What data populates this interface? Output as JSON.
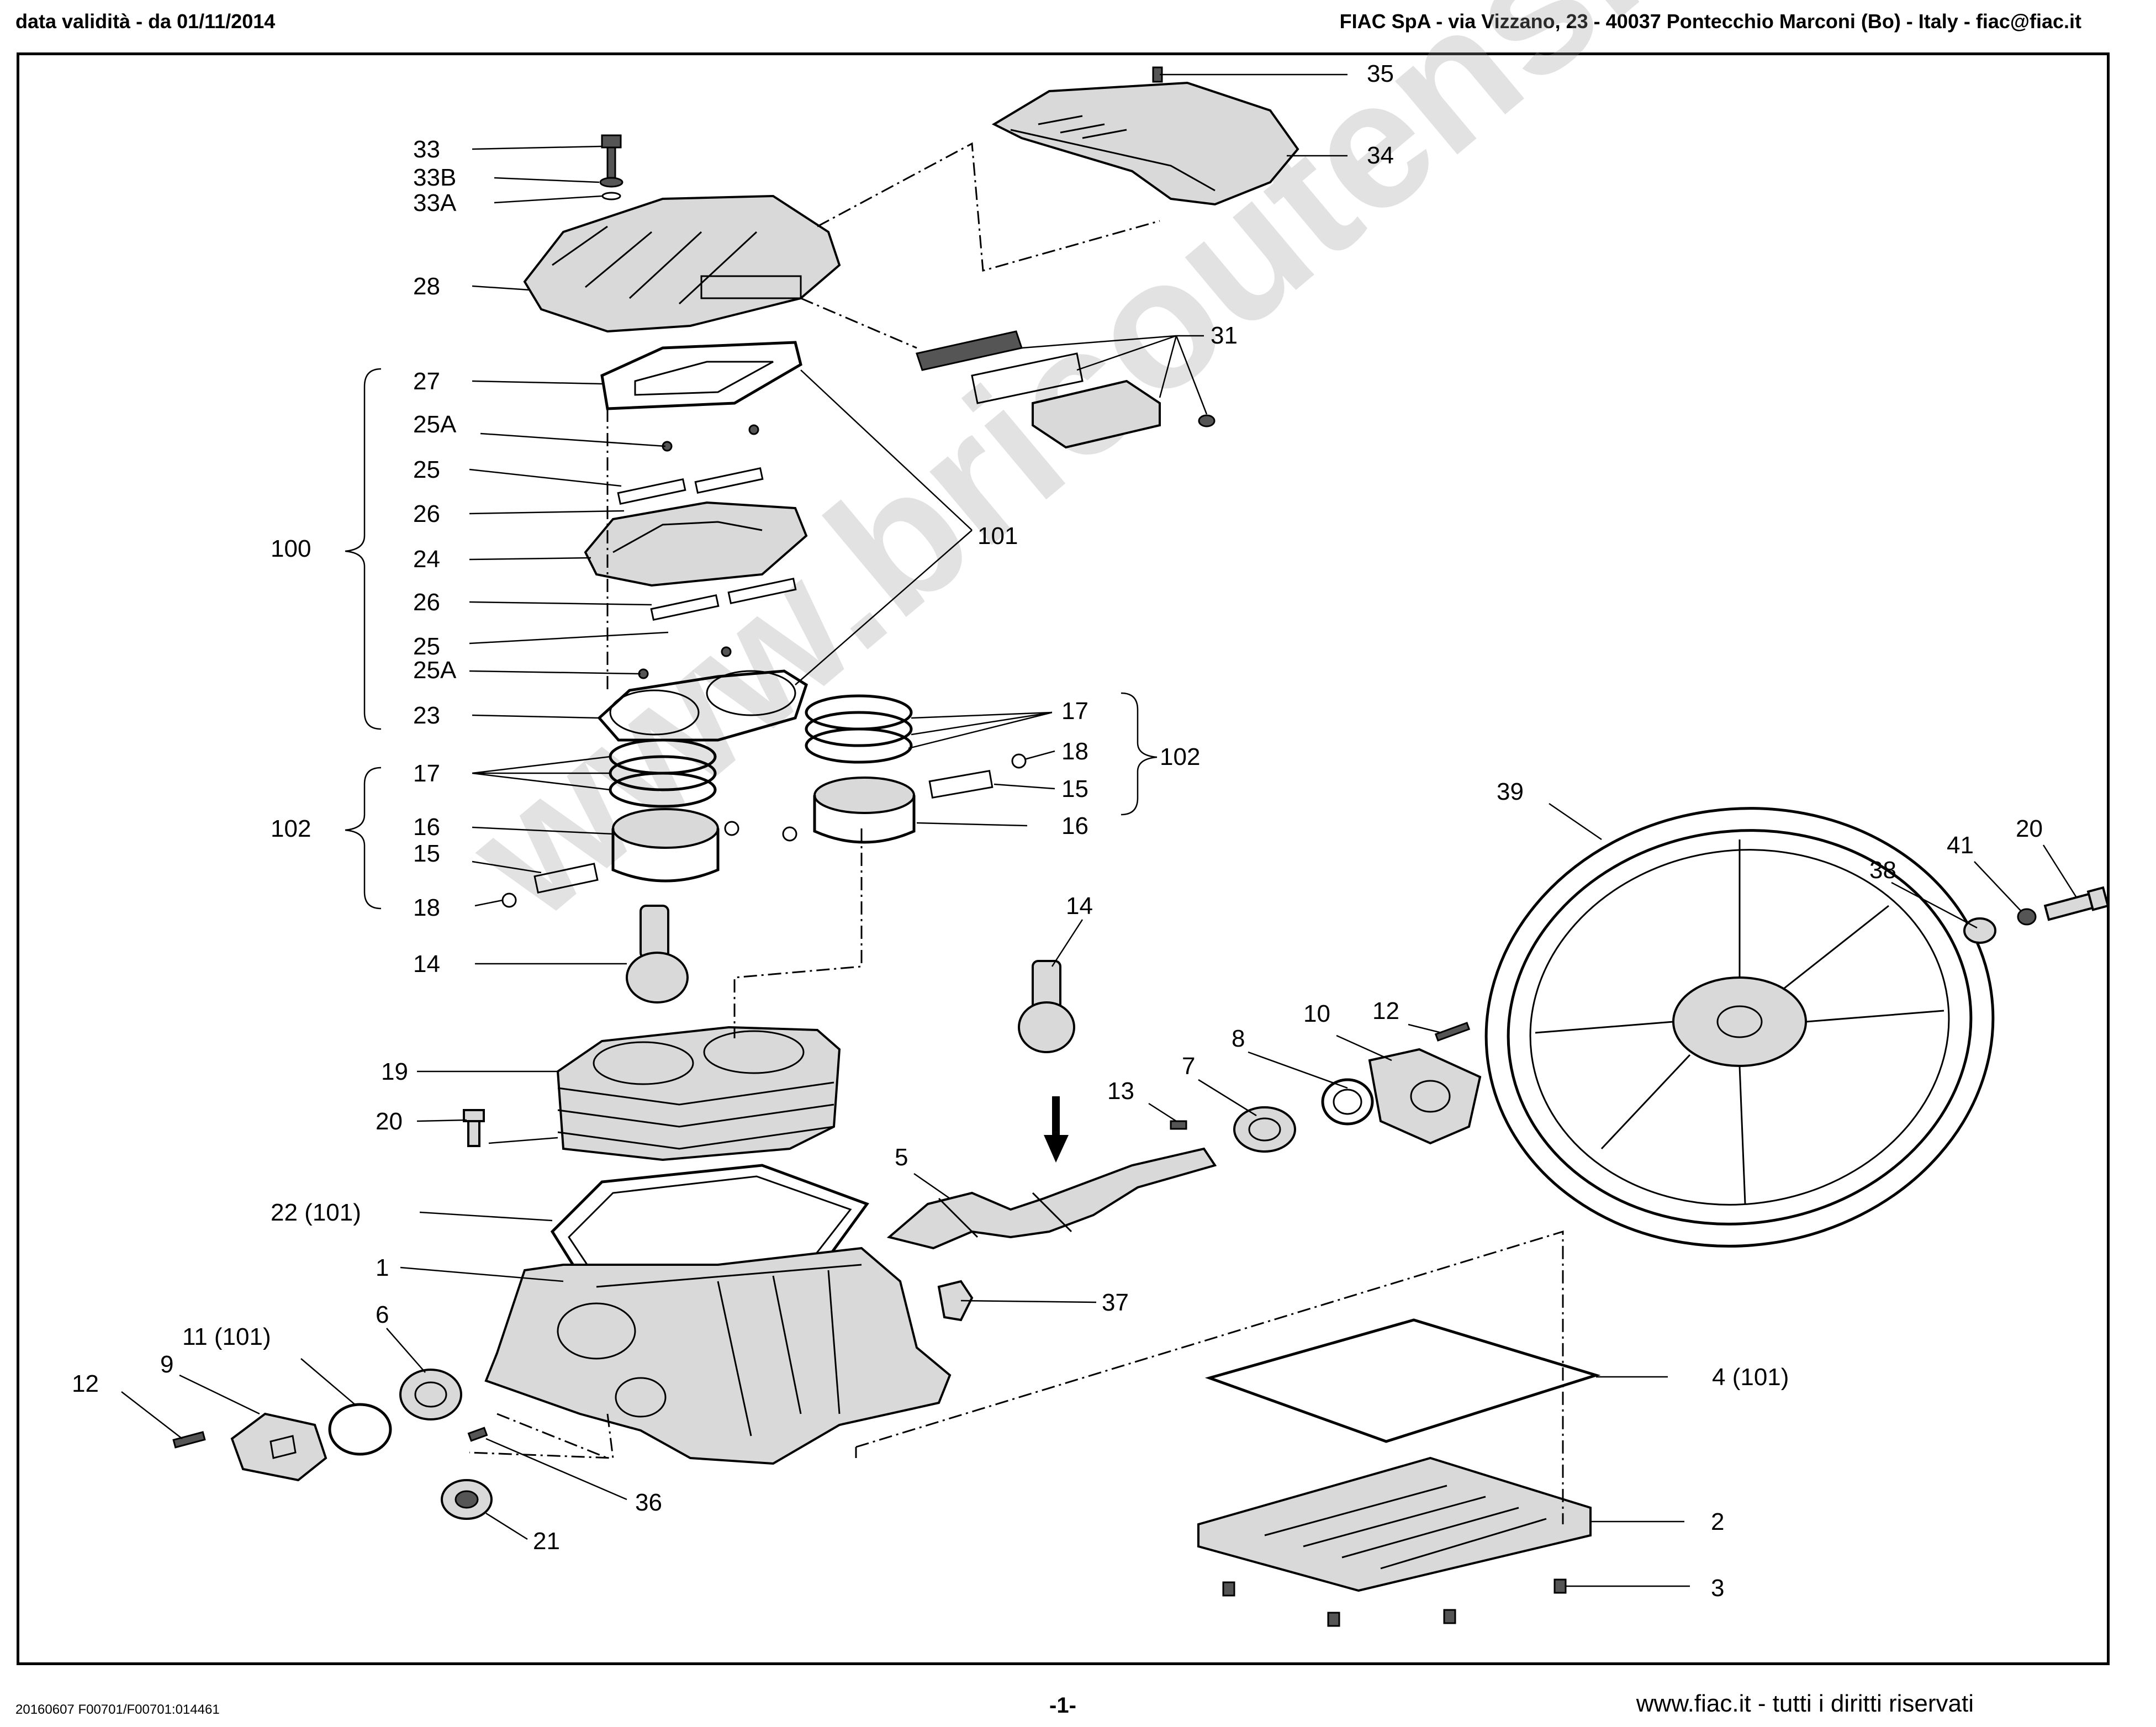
{
  "header": {
    "left": "data validità - da 01/11/2014",
    "right": "FIAC SpA - via Vizzano, 23 - 40037 Pontecchio Marconi (Bo) - Italy - fiac@fiac.it"
  },
  "footer": {
    "left": "20160607 F00701/F00701:014461",
    "center": "-1-",
    "right": "www.fiac.it - tutti i diritti riservati"
  },
  "watermark": "www.bricoutensili.com",
  "labels": {
    "l35": "35",
    "l34": "34",
    "l33": "33",
    "l33b": "33B",
    "l33a": "33A",
    "l28": "28",
    "l31": "31",
    "l27": "27",
    "l25a_top": "25A",
    "l25_top": "25",
    "l26_top": "26",
    "l100": "100",
    "l24": "24",
    "l101": "101",
    "l26_bot": "26",
    "l25_bot": "25",
    "l25a_bot": "25A",
    "l23": "23",
    "l17_right": "17",
    "l18_right": "18",
    "l102_right": "102",
    "l15_right": "15",
    "l16_right": "16",
    "l17_left": "17",
    "l102_left": "102",
    "l16_left": "16",
    "l15_left": "15",
    "l18_left": "18",
    "l14_left": "14",
    "l39": "39",
    "l38": "38",
    "l41": "41",
    "l20_right": "20",
    "l14_right": "14",
    "l12_right": "12",
    "l10": "10",
    "l8": "8",
    "l7": "7",
    "l13": "13",
    "l19": "19",
    "l20_left": "20",
    "l5": "5",
    "l22": "22 (101)",
    "l1": "1",
    "l37": "37",
    "l6": "6",
    "l11": "11 (101)",
    "l9": "9",
    "l12_left": "12",
    "l4": "4 (101)",
    "l36": "36",
    "l21": "21",
    "l2": "2",
    "l3": "3"
  }
}
